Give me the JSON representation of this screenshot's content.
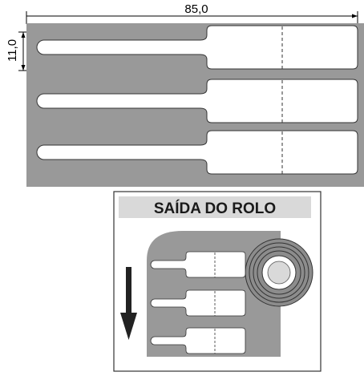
{
  "dimensions": {
    "width_label": "85,0",
    "height_label": "11,0"
  },
  "label_strip": {
    "label_count": 3
  },
  "roll_box": {
    "title": "SAÍDA DO ROLO",
    "label_count": 3,
    "arrow_direction": "down"
  },
  "colors": {
    "strip_gray": "#999999",
    "label_white": "#ffffff",
    "outline": "#333333",
    "title_bar": "#d9d9d9",
    "roll_gray": "#8c8c8c",
    "arrow": "#222222"
  },
  "icons": {
    "arrow": "arrow-down-icon",
    "roll": "label-roll-icon"
  }
}
